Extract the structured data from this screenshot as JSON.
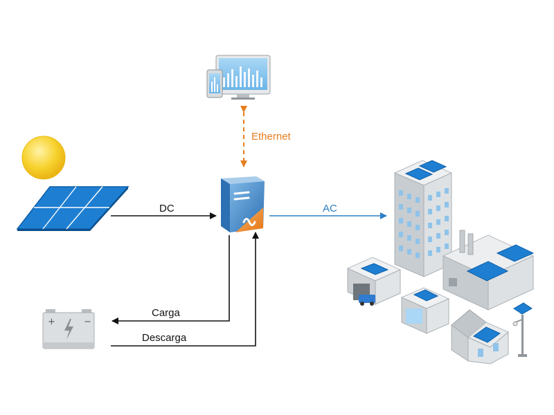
{
  "labels": {
    "dc": "DC",
    "ac": "AC",
    "ethernet": "Ethernet",
    "carga": "Carga",
    "descarga": "Descarga"
  },
  "colors": {
    "dc_arrow": "#111111",
    "ac_arrow": "#2b7fc4",
    "ethernet_arrow": "#e87d1e",
    "solar_panel": "#1e7fd2",
    "sun": "#f7cf2a",
    "inverter_blue": "#3b86c8",
    "inverter_orange": "#ef8e2d",
    "battery_gray": "#cfd3d6",
    "building_gray": "#d7dadd"
  },
  "icons": [
    "sun-icon",
    "solar-panel-icon",
    "inverter-icon",
    "monitor-icon",
    "tablet-icon",
    "battery-icon",
    "city-buildings-icon"
  ]
}
